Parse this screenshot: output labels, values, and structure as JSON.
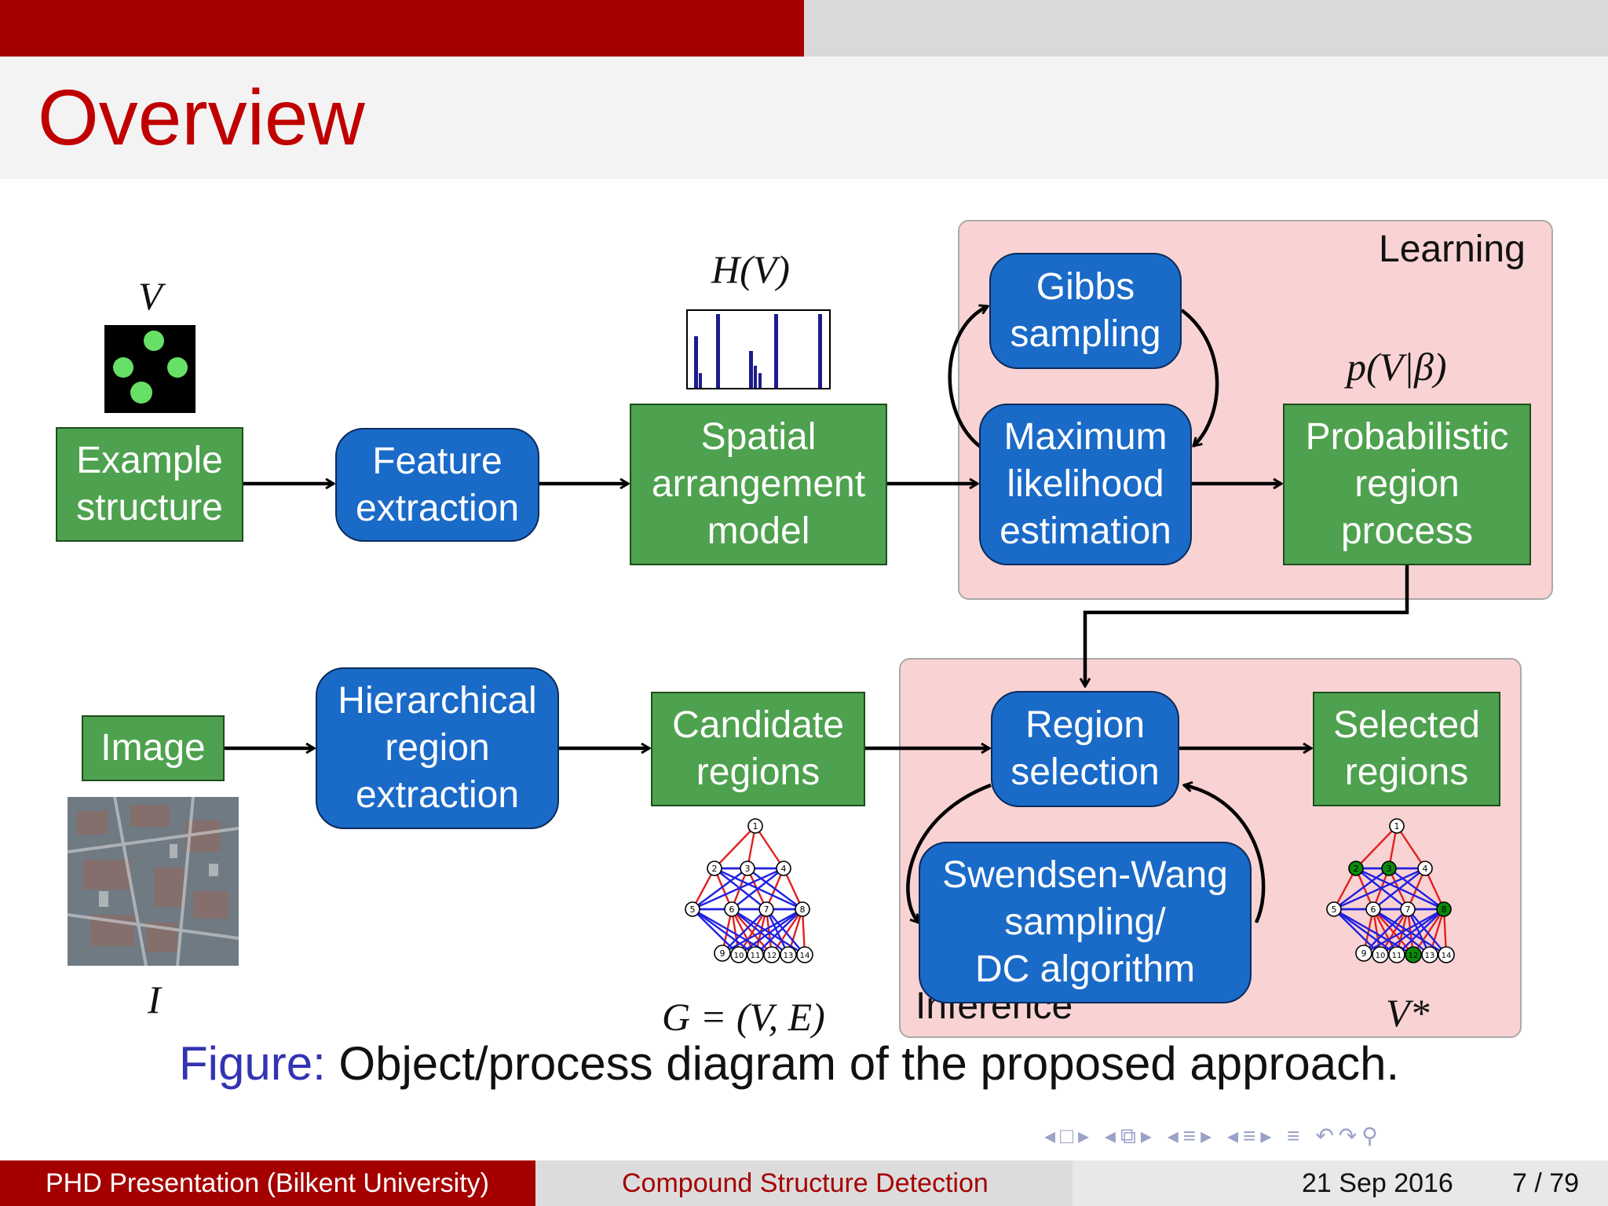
{
  "slide": {
    "title": "Overview",
    "caption_prefix": "Figure:",
    "caption_text": "Object/process diagram of the proposed approach."
  },
  "labels": {
    "V": "V",
    "H_of_V": "H(V)",
    "p_V_beta": "p(V|β)",
    "I": "I",
    "G_equals": "G = (V, E)",
    "V_star": "V*",
    "learning": "Learning",
    "inference": "Inference"
  },
  "nodes": {
    "example_structure": "Example\nstructure",
    "feature_extraction": "Feature\nextraction",
    "spatial_model": "Spatial\narrangement\nmodel",
    "gibbs": "Gibbs\nsampling",
    "mle": "Maximum\nlikelihood\nestimation",
    "prp": "Probabilistic\nregion\nprocess",
    "image": "Image",
    "hier": "Hierarchical\nregion\nextraction",
    "candidate": "Candidate\nregions",
    "region_selection": "Region\nselection",
    "selected": "Selected\nregions",
    "swendsen": "Swendsen-Wang\nsampling/\nDC algorithm"
  },
  "graph_nodes": [
    "1",
    "2",
    "3",
    "4",
    "5",
    "6",
    "7",
    "8",
    "9",
    "10",
    "11",
    "12",
    "13",
    "14"
  ],
  "histogram": {
    "values": [
      0.7,
      0.2,
      1.0,
      0.5,
      0.3,
      0.2,
      1.0,
      1.0
    ]
  },
  "colors": {
    "green": "#4ea14e",
    "blue": "#1a6ac8",
    "red_bar": "#a50000",
    "region_fill": "#f9d3d3",
    "title": "#c00000"
  },
  "footer": {
    "left": "PHD Presentation  (Bilkent University)",
    "center": "Compound Structure Detection",
    "date": "21 Sep 2016",
    "page": "7 / 79"
  },
  "nav_icons": [
    "nav-left-icon",
    "frame-icon",
    "nav-right-icon",
    "section-icon",
    "subsection-icon",
    "toc-icon",
    "search-icon"
  ]
}
